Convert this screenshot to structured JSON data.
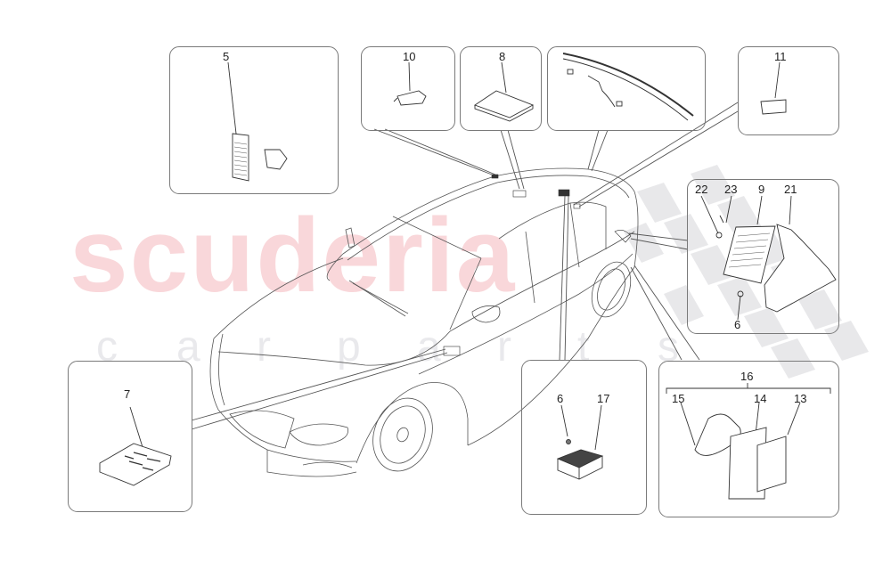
{
  "watermark": {
    "main_text": "scuderia",
    "sub_letters": [
      "c",
      "a",
      "r",
      "p",
      "a",
      "r",
      "t",
      "s"
    ],
    "main_color": "#f9d7da",
    "sub_color": "#e9e9ec"
  },
  "diagram": {
    "subject": "Sedan car outline with callout boxes for electronic components",
    "callouts": [
      {
        "id": "box-a",
        "labels": [
          "5"
        ],
        "position": "top-left"
      },
      {
        "id": "box-b",
        "labels": [
          "10"
        ],
        "position": "top-center-left"
      },
      {
        "id": "box-c",
        "labels": [
          "8"
        ],
        "position": "top-center"
      },
      {
        "id": "box-d",
        "labels": [],
        "position": "top-center-right",
        "content": "rear window antenna strip with cable"
      },
      {
        "id": "box-e",
        "labels": [
          "11"
        ],
        "position": "top-right"
      },
      {
        "id": "box-f",
        "labels": [
          "22",
          "23",
          "9",
          "21",
          "6"
        ],
        "position": "right"
      },
      {
        "id": "box-g",
        "labels": [
          "16",
          "15",
          "14",
          "13"
        ],
        "position": "bottom-right"
      },
      {
        "id": "box-h",
        "labels": [
          "6",
          "17"
        ],
        "position": "bottom-center"
      },
      {
        "id": "box-i",
        "labels": [
          "7"
        ],
        "position": "bottom-left"
      }
    ]
  },
  "labels": {
    "l5": "5",
    "l10": "10",
    "l8": "8",
    "l11": "11",
    "l22": "22",
    "l23": "23",
    "l9": "9",
    "l21": "21",
    "l6a": "6",
    "l16": "16",
    "l15": "15",
    "l14": "14",
    "l13": "13",
    "l6b": "6",
    "l17": "17",
    "l7": "7"
  },
  "colors": {
    "line": "#555555",
    "box_border": "#7a7a7a",
    "label": "#222222",
    "checker": "#e6e6e8"
  }
}
